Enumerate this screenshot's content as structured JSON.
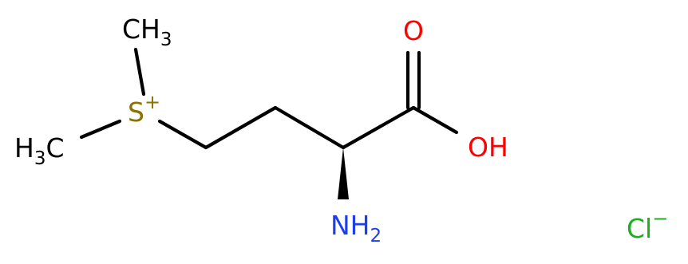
{
  "colors": {
    "bond": "#000000",
    "carbon": "#000000",
    "sulfur": "#8c7000",
    "oxygen": "#ff0000",
    "nitrogen": "#1f3fe6",
    "chlorine": "#1fad1f"
  },
  "atoms": {
    "methyl_top": {
      "main": "CH",
      "sub": "3"
    },
    "methyl_left": {
      "main_h": "H",
      "sub": "3",
      "main_c": "C"
    },
    "sulfur": {
      "symbol": "S",
      "charge": "+"
    },
    "carbonyl_oxygen": {
      "symbol": "O"
    },
    "hydroxyl": {
      "symbol": "OH"
    },
    "amine": {
      "main": "NH",
      "sub": "2"
    },
    "chloride": {
      "symbol": "Cl",
      "charge": "−"
    }
  }
}
